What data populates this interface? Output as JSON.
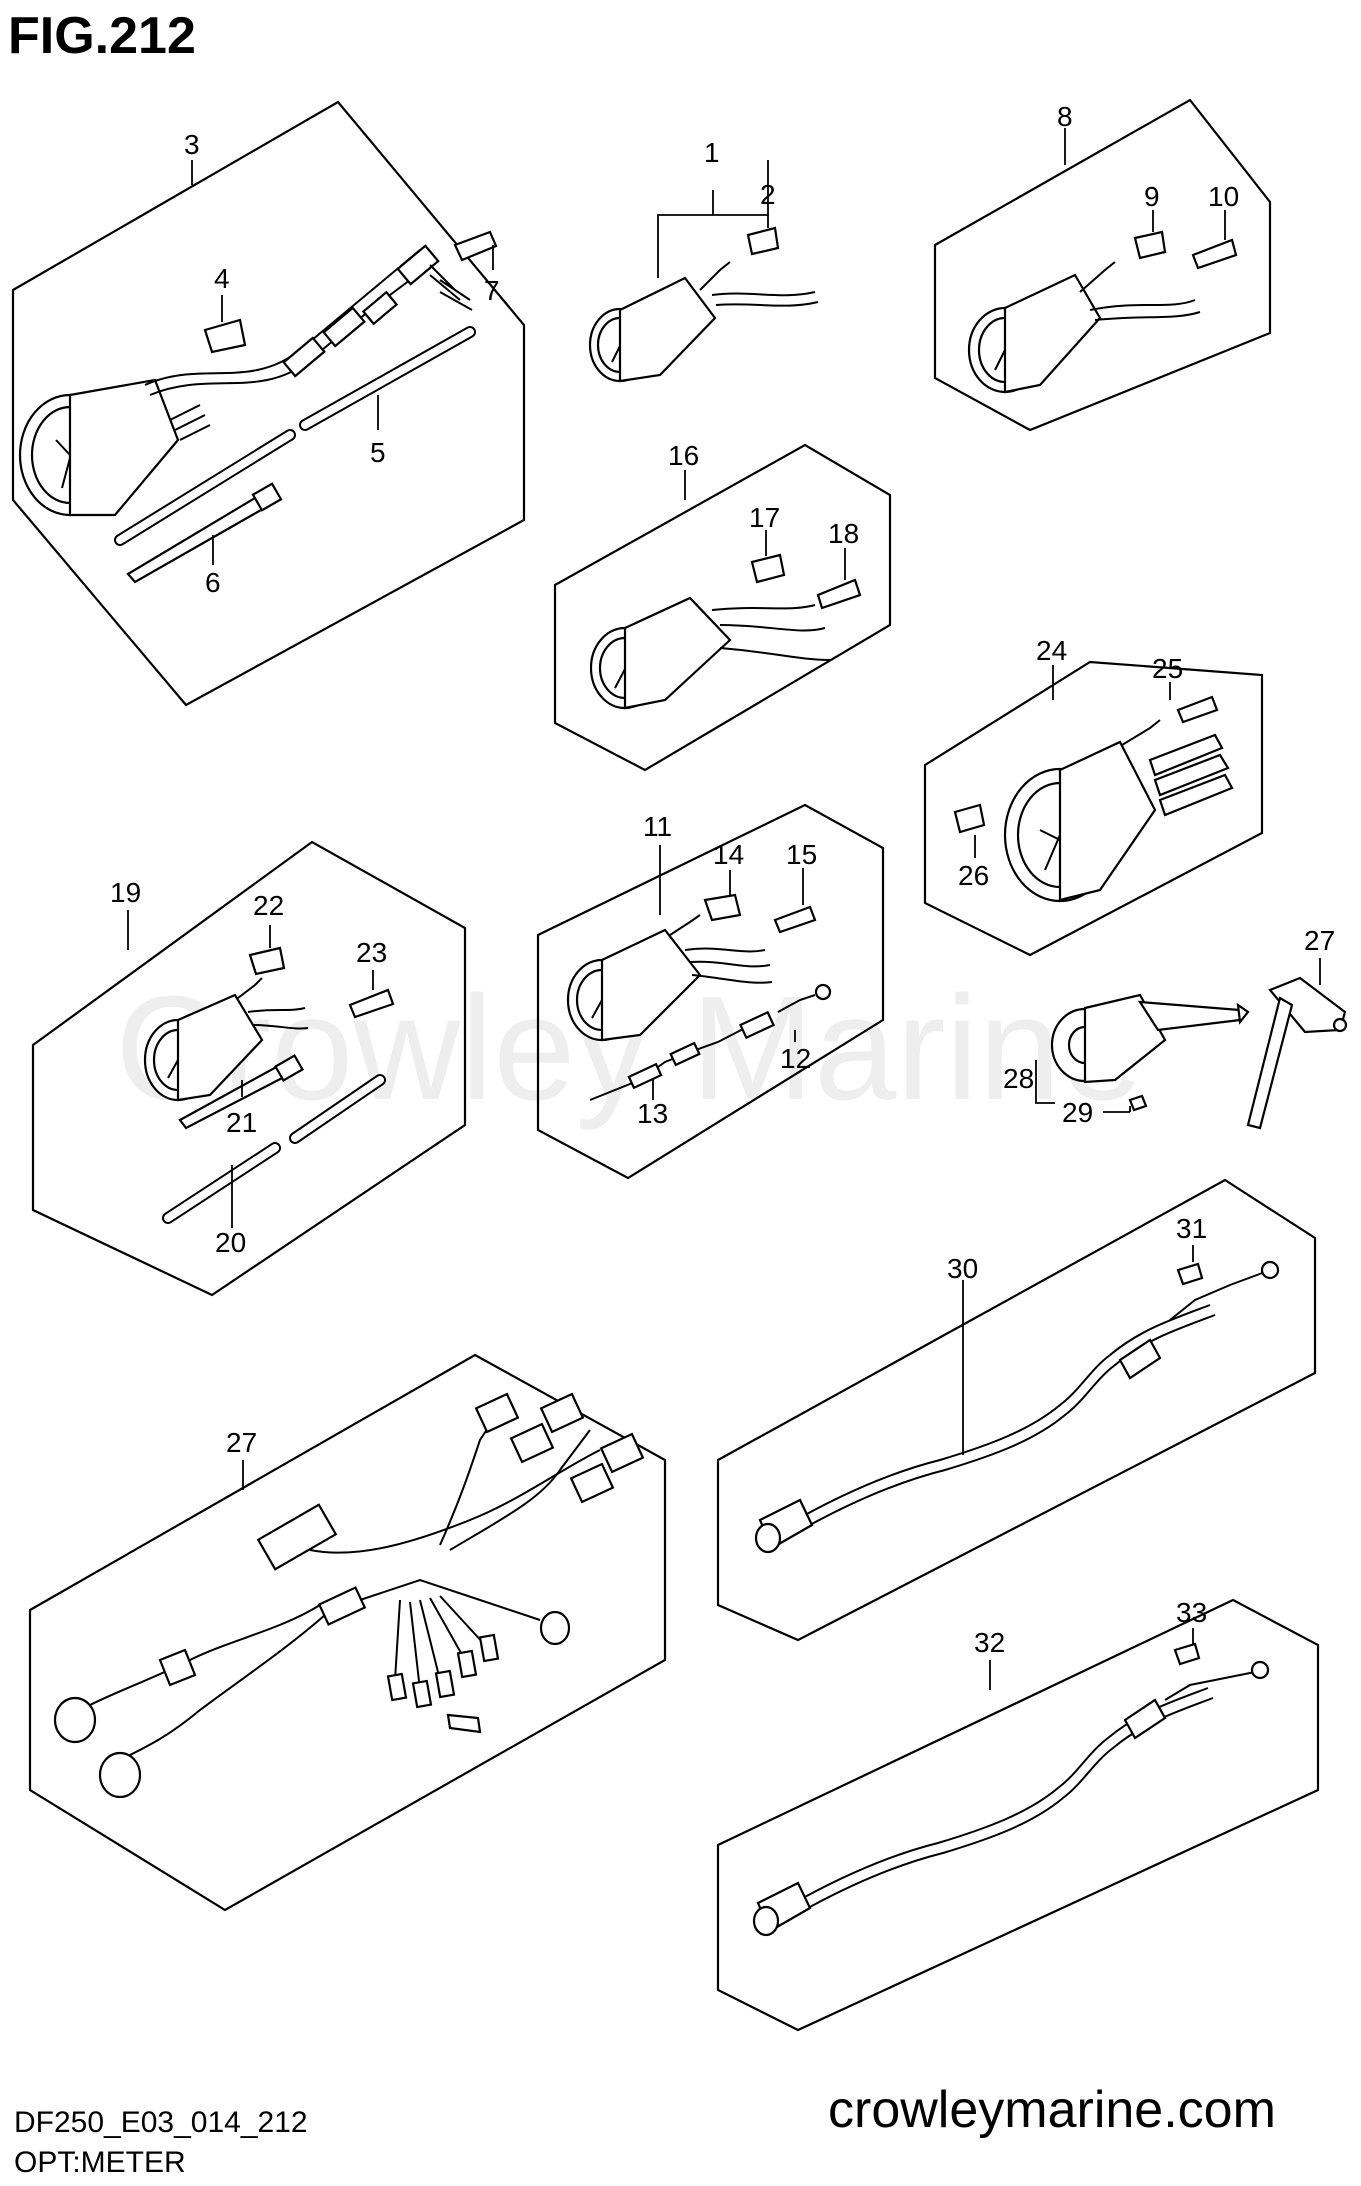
{
  "figure_title": "FIG.212",
  "diagram_code": "DF250_E03_014_212",
  "section_name": "OPT:METER",
  "website": "crowleymarine.com",
  "watermark": "Crowley Marine",
  "callouts": [
    "1",
    "2",
    "3",
    "4",
    "5",
    "6",
    "7",
    "8",
    "9",
    "10",
    "11",
    "12",
    "13",
    "14",
    "15",
    "16",
    "17",
    "18",
    "19",
    "20",
    "21",
    "22",
    "23",
    "24",
    "25",
    "26",
    "27",
    "27",
    "28",
    "29",
    "30",
    "31",
    "32",
    "33"
  ]
}
